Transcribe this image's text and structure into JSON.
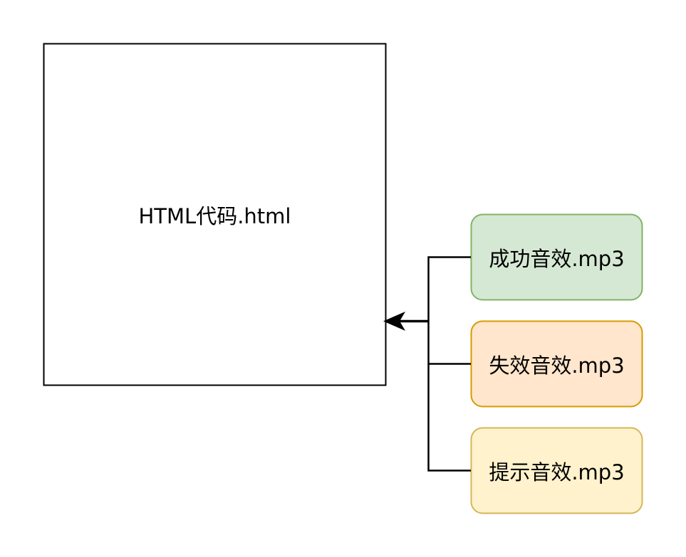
{
  "main_box": {
    "label": "HTML代码.html"
  },
  "sound_files": [
    {
      "label": "成功音效.mp3",
      "fill": "#d5e8d4",
      "stroke": "#82b366"
    },
    {
      "label": "失效音效.mp3",
      "fill": "#ffe6cc",
      "stroke": "#d79b00"
    },
    {
      "label": "提示音效.mp3",
      "fill": "#fff2cc",
      "stroke": "#d6b656"
    }
  ]
}
